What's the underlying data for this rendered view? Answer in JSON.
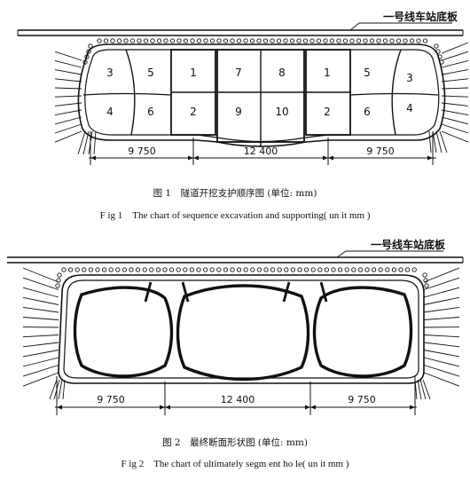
{
  "fig1": {
    "slab_label": "一号线车站底板",
    "cell_numbers": [
      "3",
      "5",
      "1",
      "7",
      "8",
      "1",
      "5",
      "3",
      "4",
      "6",
      "2",
      "9",
      "10",
      "2",
      "6",
      "4"
    ],
    "dimensions": [
      "9 750",
      "12 400",
      "9 750"
    ],
    "caption_zh": "图 1　隧道开挖支护顺序图 (单位: mm)",
    "caption_en": "F ig 1　The chart of sequence excavation and supporting( un it mm )"
  },
  "fig2": {
    "slab_label": "一号线车站底板",
    "dimensions": [
      "9 750",
      "12 400",
      "9 750"
    ],
    "caption_zh": "图 2　最终断面形状图 (单位: mm)",
    "caption_en": "F ig 2　The chart of ultimately segm ent ho le( un it mm )"
  }
}
